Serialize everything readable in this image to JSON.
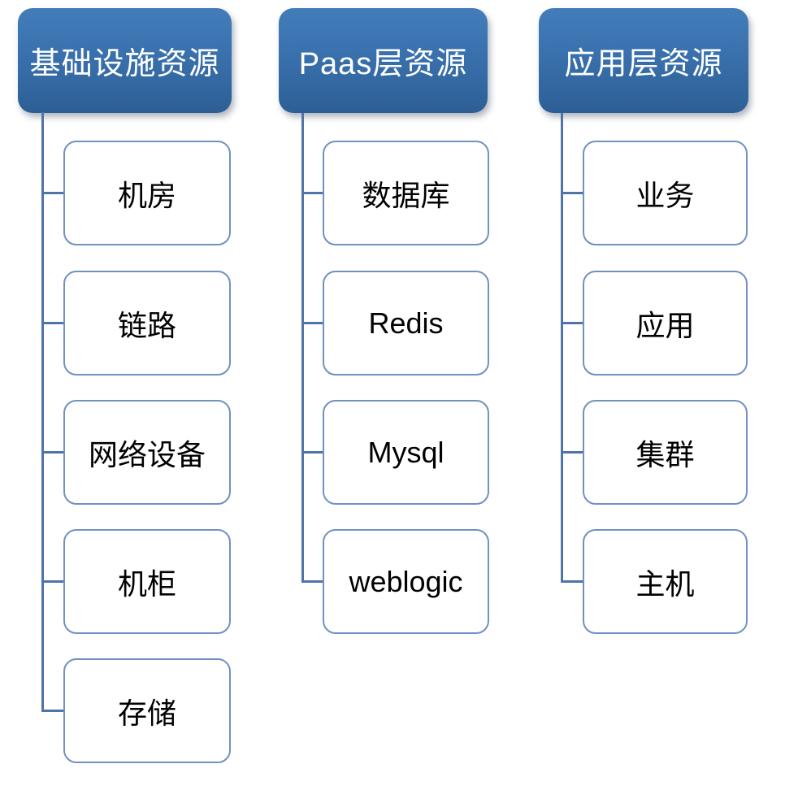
{
  "diagram": {
    "title": "resource-hierarchy-diagram",
    "colors": {
      "header_gradient_top": "#437db9",
      "header_gradient_bottom": "#2d5f95",
      "header_text": "#ffffff",
      "child_border": "#7191c1",
      "child_text": "#000000",
      "connector": "#4f74a8",
      "background": "#ffffff"
    },
    "columns": [
      {
        "header": "基础设施资源",
        "children": [
          "机房",
          "链路",
          "网络设备",
          "机柜",
          "存储"
        ]
      },
      {
        "header": "Paas层资源",
        "children": [
          "数据库",
          "Redis",
          "Mysql",
          "weblogic"
        ]
      },
      {
        "header": "应用层资源",
        "children": [
          "业务",
          "应用",
          "集群",
          "主机"
        ]
      }
    ]
  }
}
